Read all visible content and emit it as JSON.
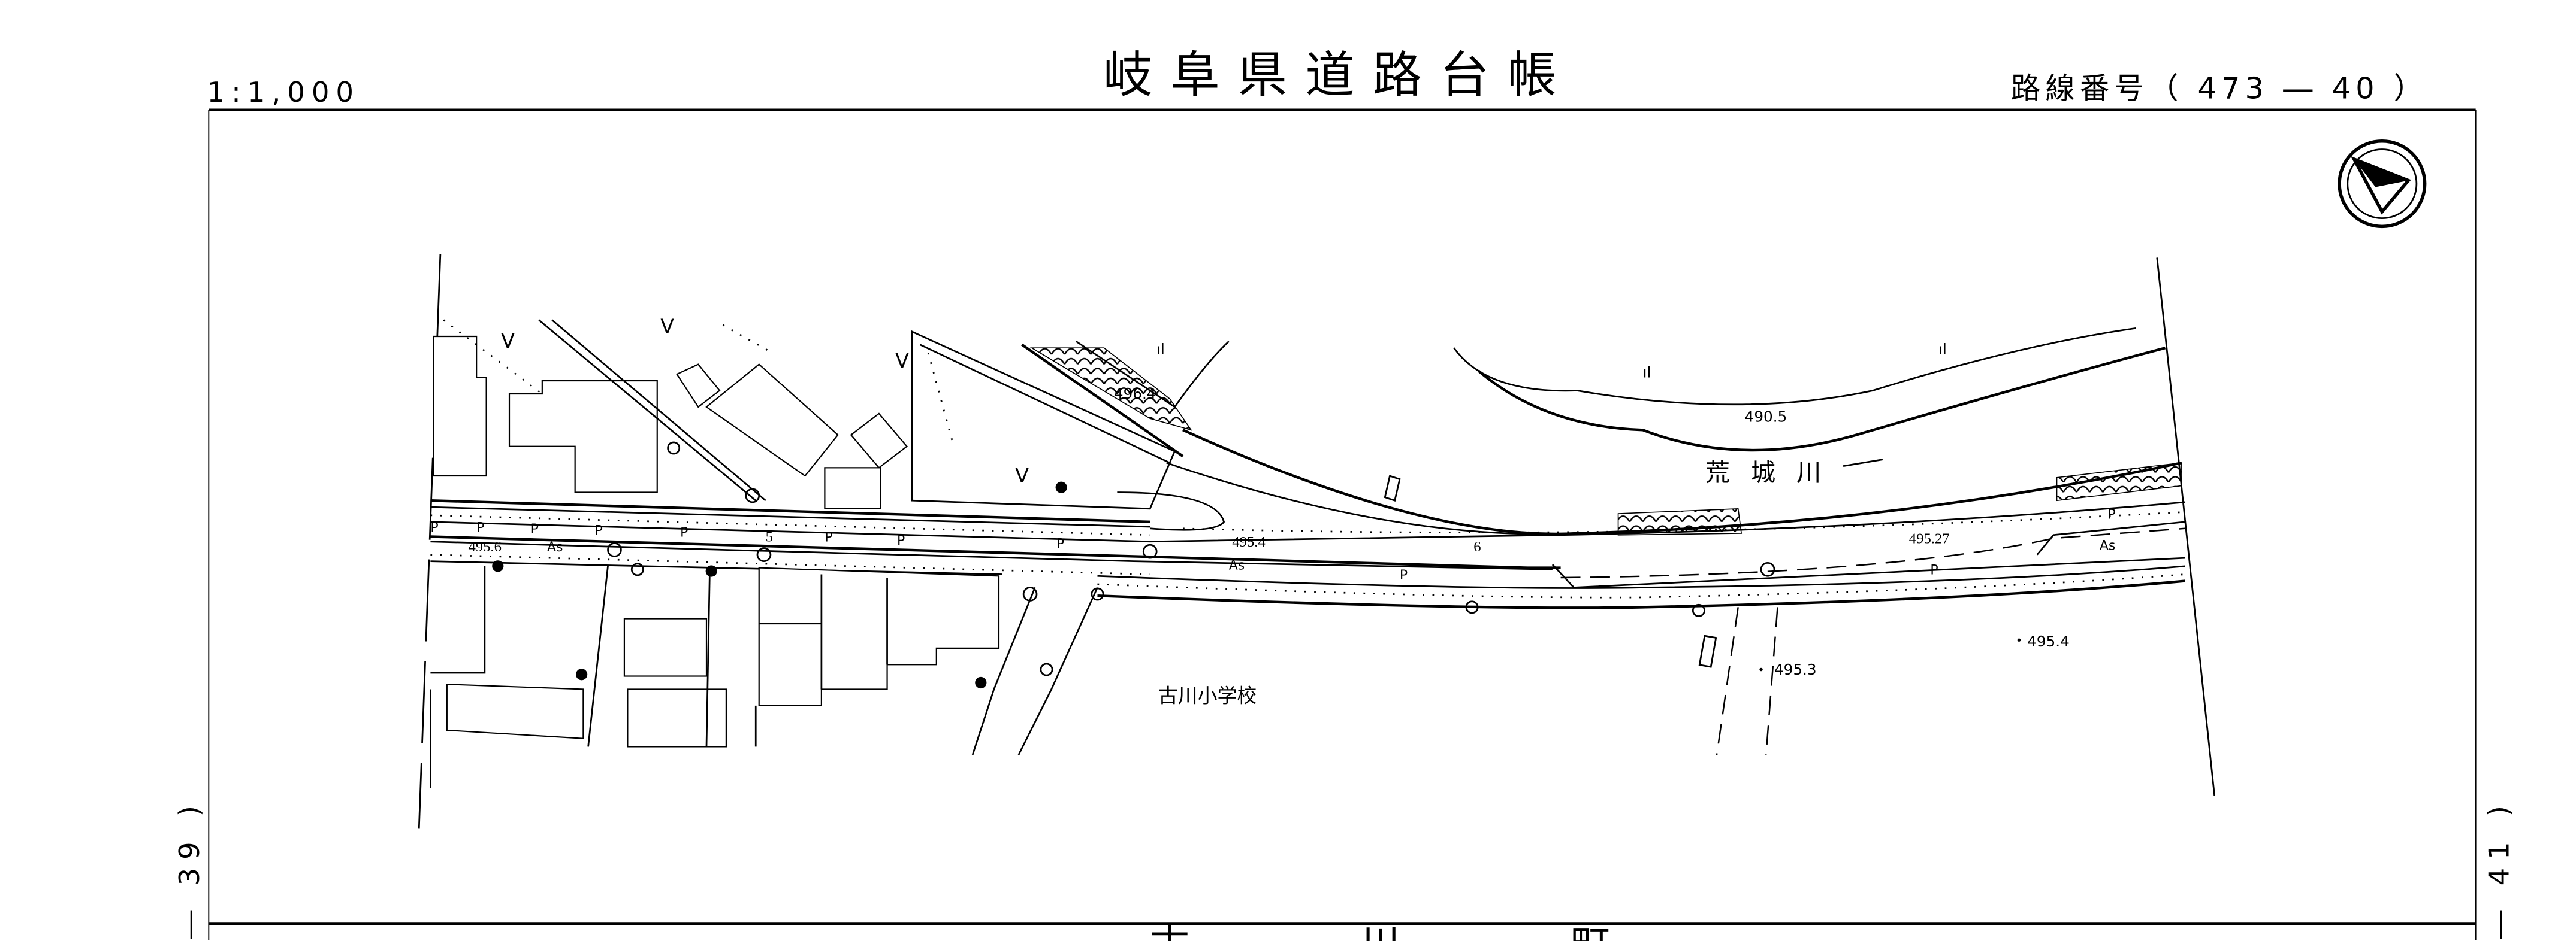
{
  "header": {
    "scale": "1:1,000",
    "title": "岐阜県道路台帳",
    "route_number": "路線番号（ 473 ― 40 ）"
  },
  "side_labels": {
    "left": "― 39 )",
    "right": "― 41 )"
  },
  "footer": {
    "town": "古　川　町"
  },
  "map": {
    "river_name": "荒 城 川",
    "school_name": "古川小学校",
    "elevations": [
      "496.4",
      "490.5",
      "495.6",
      "495.4",
      "495.27",
      "495.3",
      "495.4"
    ],
    "road_widths": [
      "5",
      "6"
    ],
    "surface_label": "As",
    "sidewalk_label": "P",
    "north_arrow": "north-arrow-icon"
  }
}
